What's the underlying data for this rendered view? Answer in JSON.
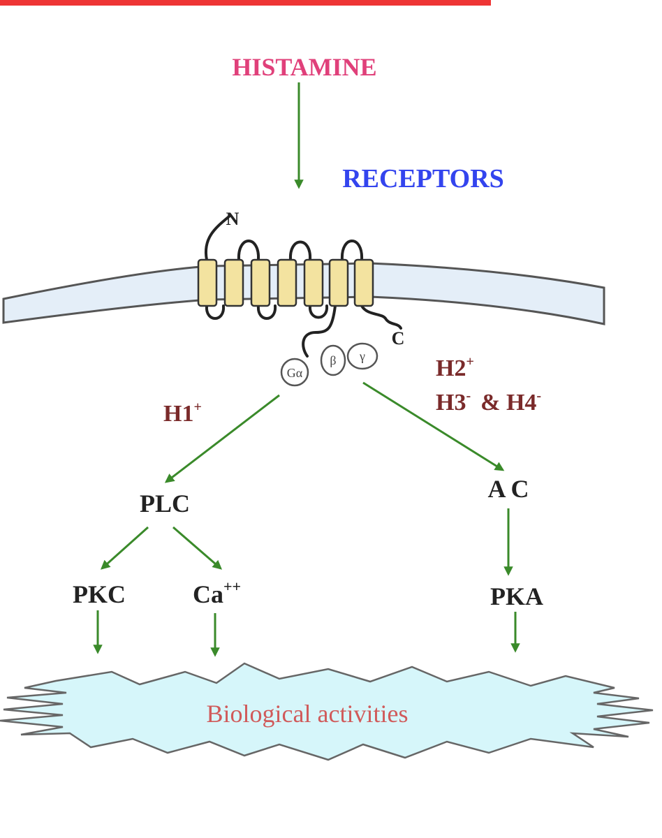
{
  "colors": {
    "top_bar": "#ee3535",
    "histamine": "#e0407a",
    "receptors": "#3344ee",
    "subtype": "#7a2a2a",
    "node": "#222222",
    "arrow": "#3a8a2a",
    "membrane_fill": "#e4eef8",
    "helix_fill": "#f3e3a0",
    "bio_fill": "#d6f6fa",
    "bio_text": "#d05a5a"
  },
  "labels": {
    "histamine": "HISTAMINE",
    "receptors": "RECEPTORS",
    "n_terminus": "N",
    "c_terminus": "C",
    "g_alpha": "Gα",
    "g_beta": "β",
    "g_gamma": "γ",
    "h1": "H1",
    "h1_sup": "+",
    "h2": "H2",
    "h2_sup": "+",
    "h3": "H3",
    "h3_sup": "-",
    "h4_join": "& H4",
    "h4_sup": "-",
    "plc": "PLC",
    "ac": "A C",
    "pkc": "PKC",
    "ca": "Ca",
    "ca_sup": "++",
    "pka": "PKA",
    "biological": "Biological activities"
  }
}
